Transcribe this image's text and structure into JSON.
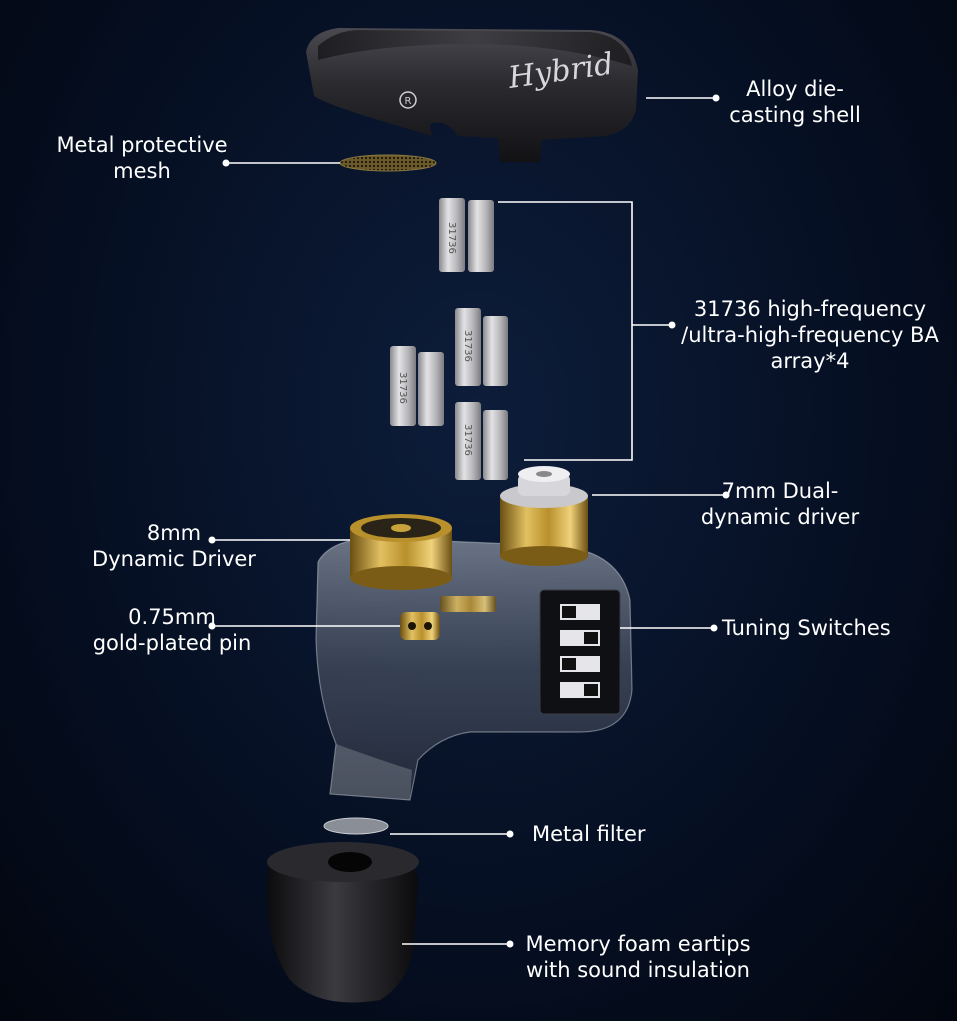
{
  "labels": {
    "shell": [
      "Alloy die-",
      "casting shell"
    ],
    "mesh": [
      "Metal protective",
      "mesh"
    ],
    "ba_array": [
      "31736 high-frequency",
      "/ultra-high-frequency BA",
      "array*4"
    ],
    "dual_driver": [
      "7mm Dual-",
      "dynamic driver"
    ],
    "dynamic_driver": [
      "8mm",
      "Dynamic Driver"
    ],
    "pin": [
      "0.75mm",
      "gold-plated pin"
    ],
    "switches": [
      "Tuning Switches"
    ],
    "filter": [
      "Metal filter"
    ],
    "eartips": [
      "Memory foam eartips",
      "with sound insulation"
    ]
  },
  "shell_script": "Hybrid",
  "ba_marking": "31736",
  "colors": {
    "background": "#061024",
    "text": "#ffffff",
    "leader": "#ffffff",
    "gold": "#c9a33a",
    "shell": "#2a2a2e"
  }
}
